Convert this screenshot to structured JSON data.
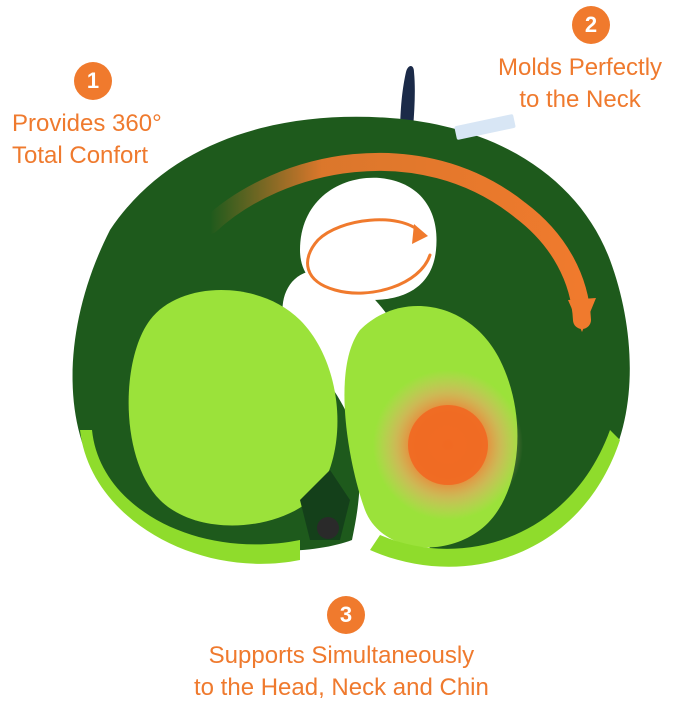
{
  "features": [
    {
      "number": "1",
      "line1": "Provides 360°",
      "line2": "Total Confort"
    },
    {
      "number": "2",
      "line1": "Molds Perfectly",
      "line2": "to the Neck"
    },
    {
      "number": "3",
      "line1": "Supports Simultaneously",
      "line2": "to the Head, Neck and Chin"
    }
  ],
  "colors": {
    "accent": "#f07a2d",
    "pillow_dark": "#1e5a1c",
    "pillow_light": "#9be23a"
  },
  "icons": [
    "rotation-arrow-icon",
    "pressure-glow-icon"
  ]
}
